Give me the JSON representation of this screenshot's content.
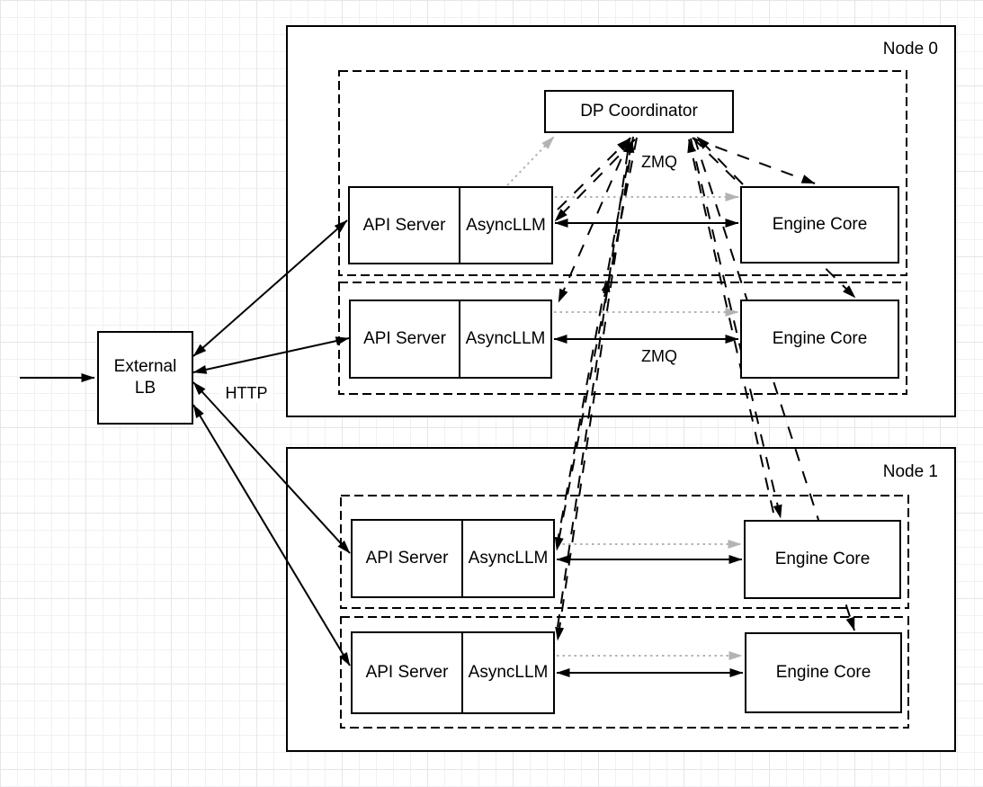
{
  "node0": {
    "label": "Node 0",
    "dp_coordinator": "DP Coordinator",
    "rows": [
      {
        "api": "API Server",
        "async_llm": "AsyncLLM",
        "engine": "Engine Core"
      },
      {
        "api": "API Server",
        "async_llm": "AsyncLLM",
        "engine": "Engine Core"
      }
    ]
  },
  "node1": {
    "label": "Node 1",
    "rows": [
      {
        "api": "API Server",
        "async_llm": "AsyncLLM",
        "engine": "Engine Core"
      },
      {
        "api": "API Server",
        "async_llm": "AsyncLLM",
        "engine": "Engine Core"
      }
    ]
  },
  "external_lb": {
    "label": "External LB"
  },
  "edge_labels": {
    "http": "HTTP",
    "zmq_coordinator": "ZMQ",
    "zmq_engine": "ZMQ"
  },
  "colors": {
    "stroke": "#000000",
    "gray_arrow": "#b3b3b3",
    "box_fill": "#ffffff",
    "background": "#ffffff",
    "grid_minor": "#eff1f2",
    "grid_major": "#e3e7e9"
  }
}
